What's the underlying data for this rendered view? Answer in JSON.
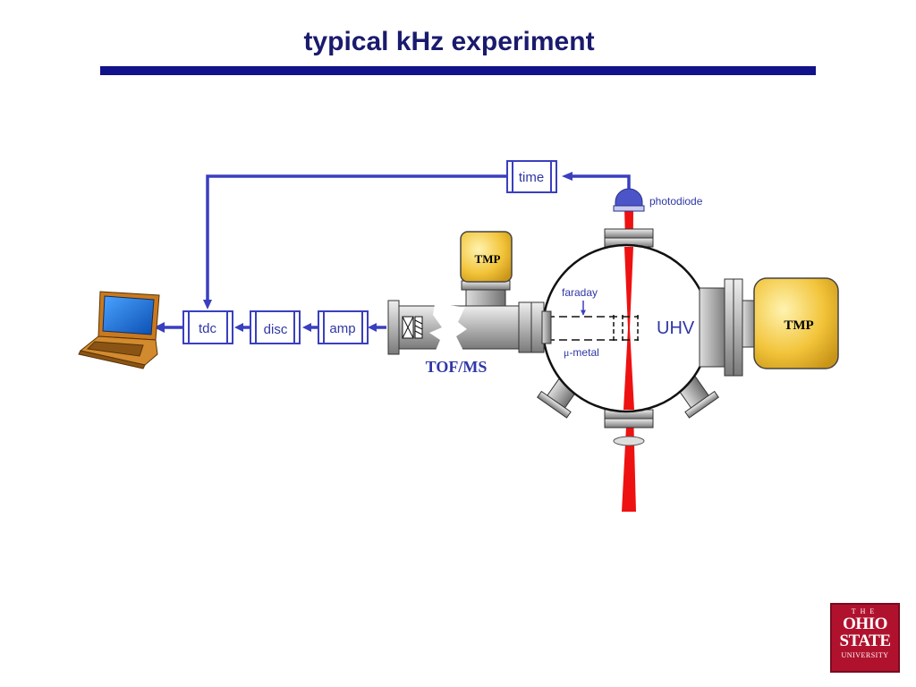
{
  "slide": {
    "title": "typical kHz experiment"
  },
  "labels": {
    "time": "time",
    "photodiode": "photodiode",
    "tdc": "tdc",
    "disc": "disc",
    "amp": "amp",
    "tmp_left": "TMP",
    "tmp_right": "TMP",
    "faraday": "faraday",
    "uhv": "UHV",
    "mu_metal_symbol": "μ",
    "mu_metal": "-metal",
    "tof_ms": "TOF/MS"
  },
  "logo": {
    "the": "THE",
    "line1": "OHIO",
    "line2": "STATE",
    "line3": "UNIVERSITY"
  },
  "colors": {
    "signal": "#3a3fbf",
    "laser": "#ee1111",
    "pump": "#f2c43a",
    "title": "#1a1a6e",
    "logo": "#b0122e"
  },
  "icons": [
    "laptop-icon",
    "photodiode-icon",
    "turbo-pump-icon",
    "vacuum-chamber-icon",
    "laser-beam-icon",
    "detector-icon"
  ]
}
